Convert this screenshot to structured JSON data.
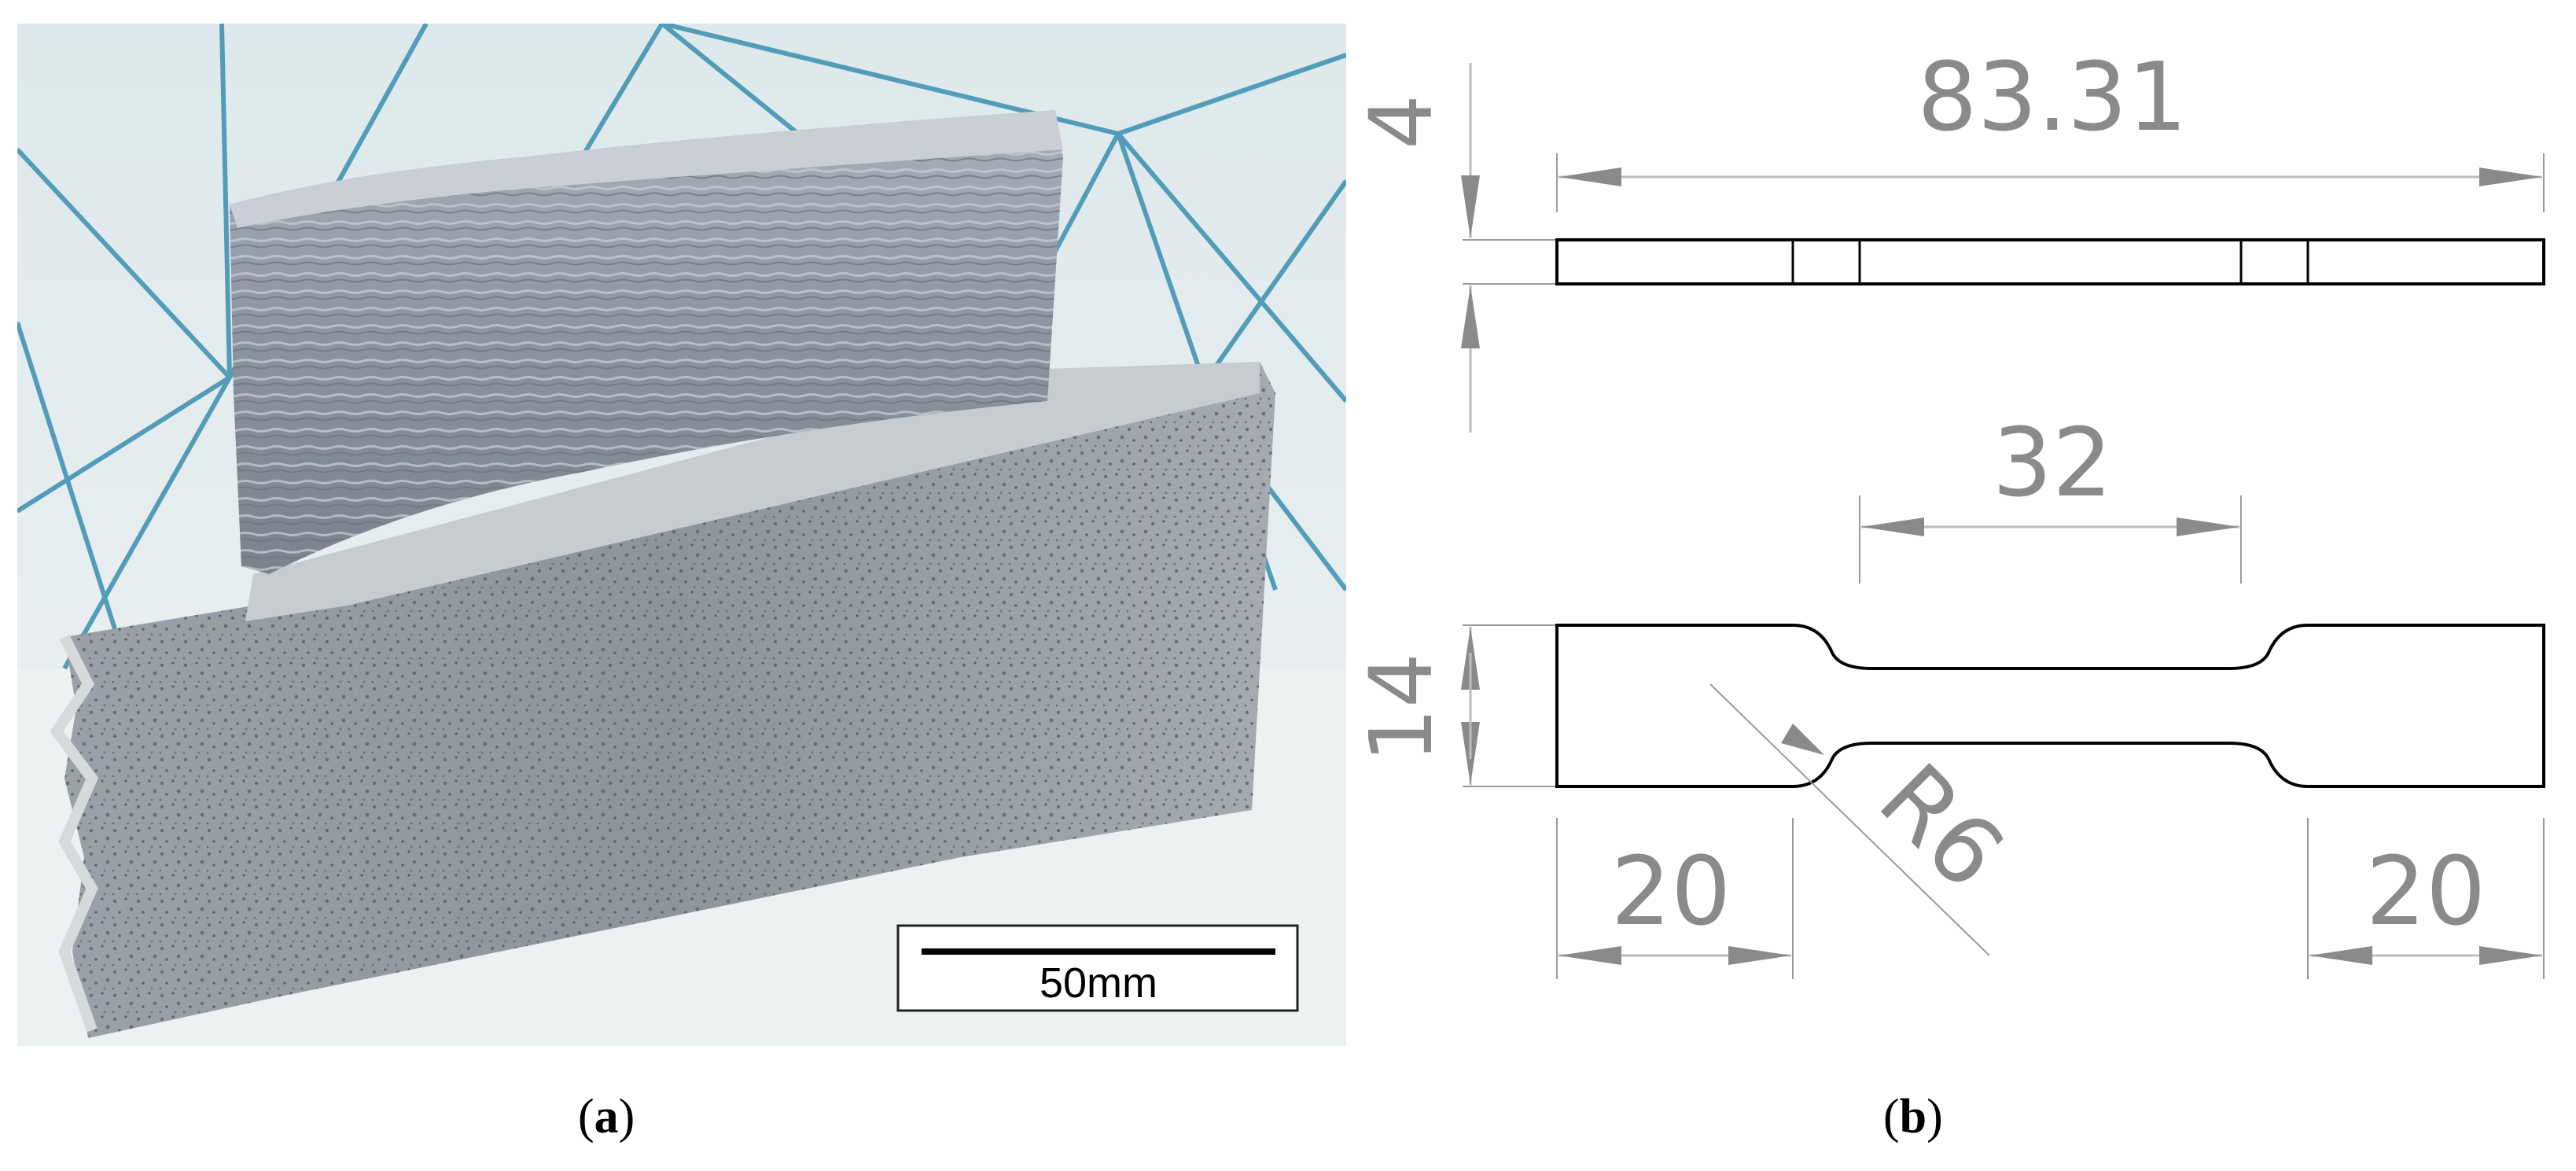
{
  "panel_a": {
    "caption_letter": "a",
    "scale_bar_label": "50mm"
  },
  "panel_b": {
    "caption_letter": "b",
    "dimensions": {
      "overall_length": "83.31",
      "thickness": "4",
      "gauge_length": "32",
      "width": "14",
      "grip_left": "20",
      "grip_right": "20",
      "fillet_radius": "R6"
    }
  },
  "colors": {
    "dimension_gray": "#8a8a8a",
    "outline": "#000000",
    "background_line_blue": "#3a8fb0",
    "metal_gray": "#8c939b"
  }
}
